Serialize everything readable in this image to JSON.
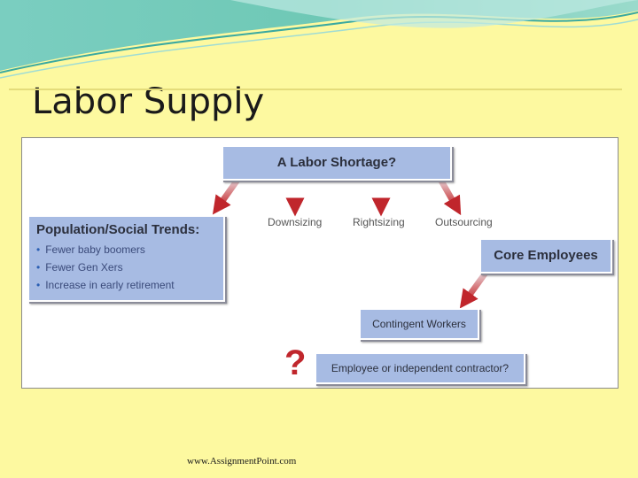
{
  "slide": {
    "title": "Labor Supply"
  },
  "diagram": {
    "top_box": "A Labor Shortage?",
    "branches": [
      "Downsizing",
      "Rightsizing",
      "Outsourcing"
    ],
    "trends": {
      "title": "Population/Social Trends:",
      "items": [
        "Fewer baby boomers",
        "Fewer Gen Xers",
        "Increase in early retirement"
      ]
    },
    "core": "Core Employees",
    "contingent": "Contingent Workers",
    "question_mark": "?",
    "employee_question": "Employee or independent contractor?"
  },
  "footer": {
    "url": "www.AssignmentPoint.com"
  },
  "colors": {
    "background": "#fdf9a0",
    "box_fill": "#a7bbe3",
    "arrow_red": "#c0262c",
    "band_teal": "#52b9b0"
  }
}
